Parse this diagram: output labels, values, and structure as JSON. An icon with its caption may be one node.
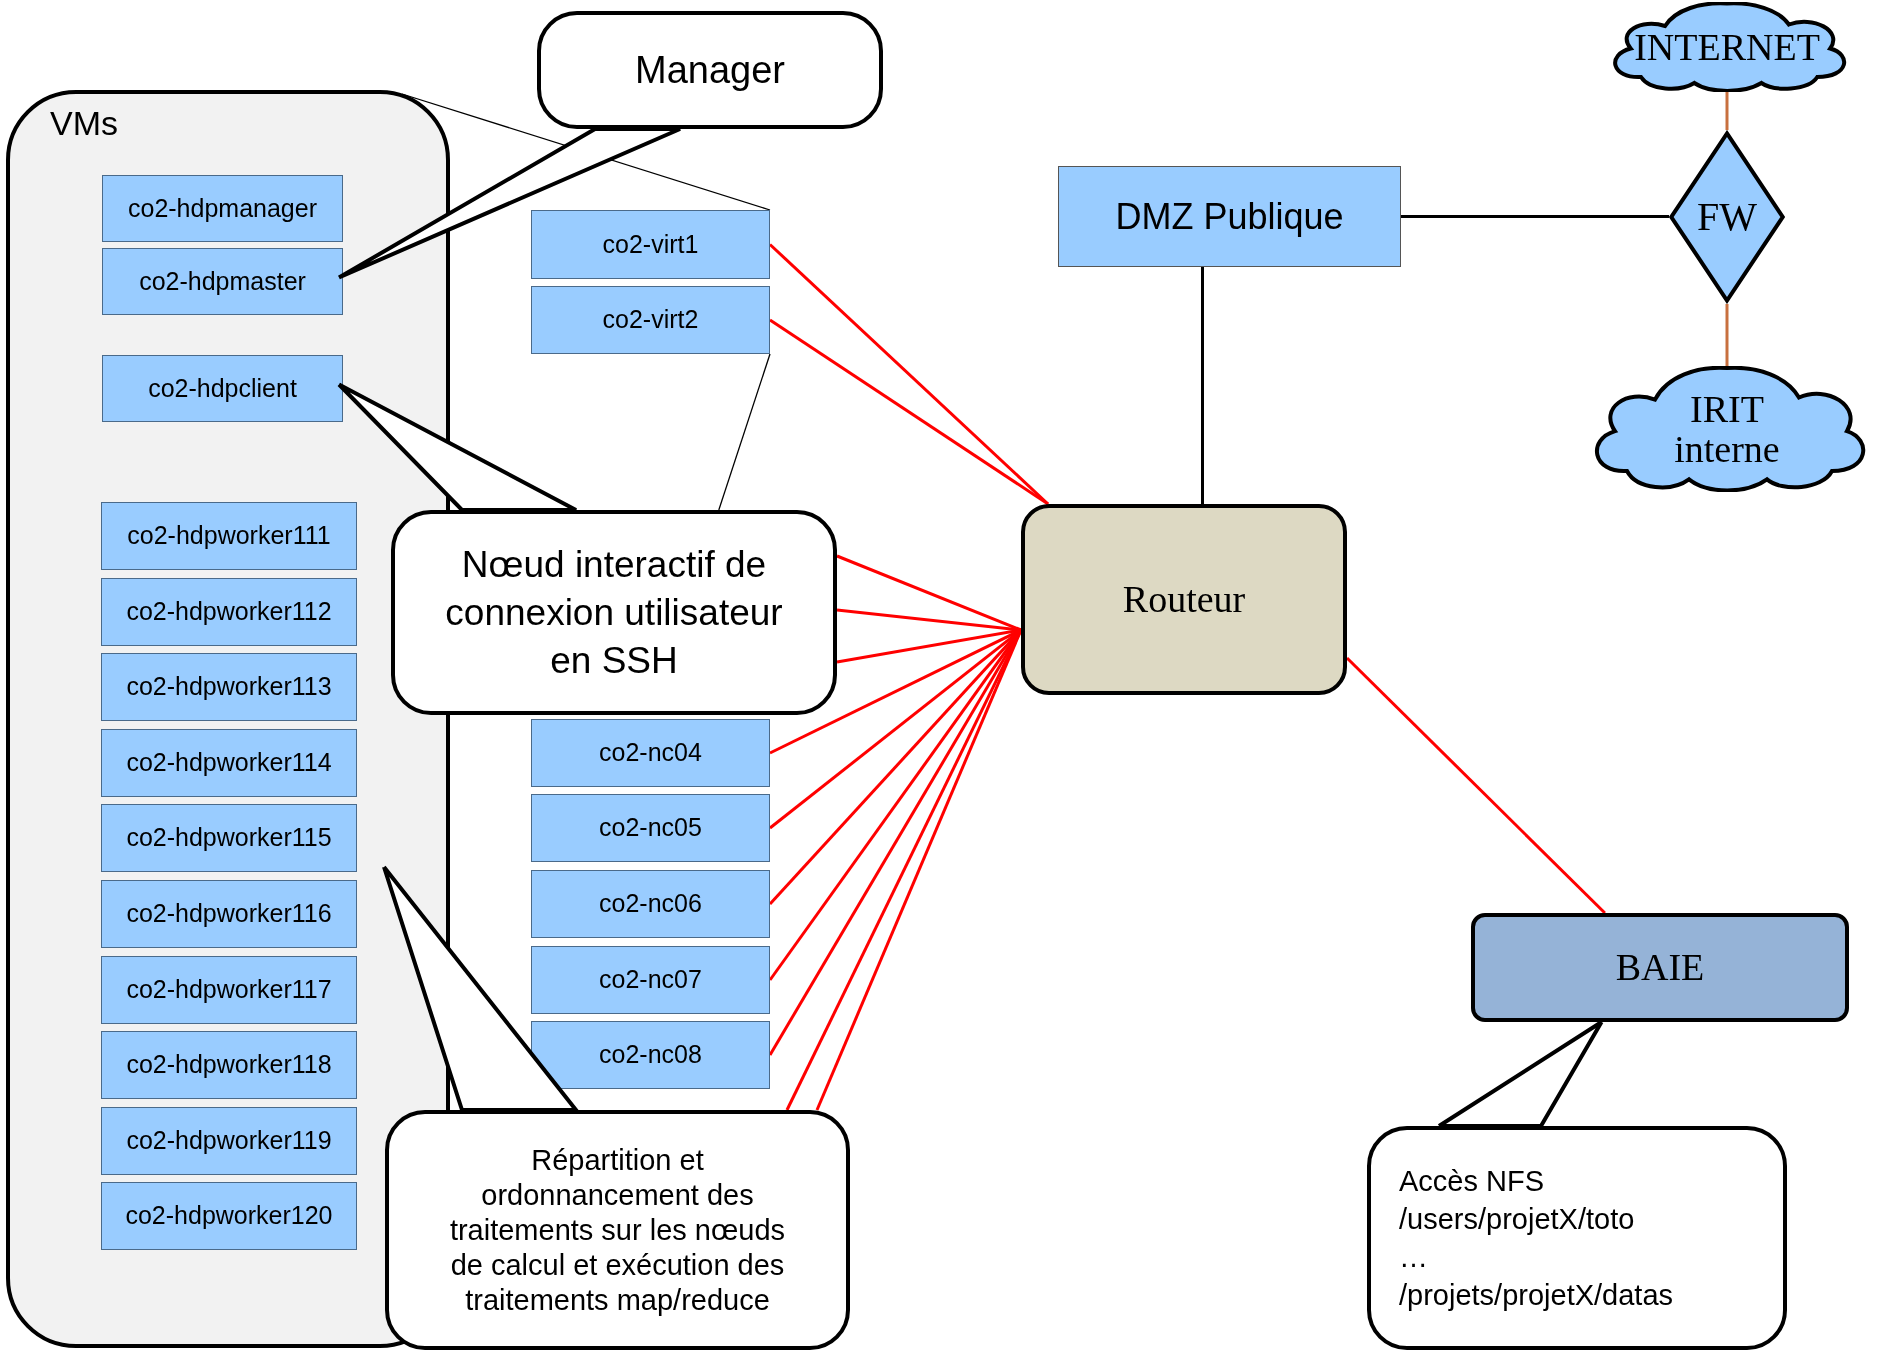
{
  "diagram": {
    "nodes": [
      {
        "text": [
          "INTERNET"
        ]
      },
      {
        "text": [
          "VMs"
        ]
      },
      {
        "text": [
          "co2-hdpmanager"
        ],
        "in": 1
      },
      {
        "text": [
          "co2-hdpmaster"
        ],
        "in": 1
      },
      {
        "text": [
          "co2-hdpclient"
        ],
        "in": 1
      },
      {
        "text": [
          "co2-hdpworker111"
        ],
        "in": 1
      },
      {
        "text": [
          "co2-hdpworker112"
        ],
        "in": 1
      },
      {
        "text": [
          "co2-hdpworker113"
        ],
        "in": 1
      },
      {
        "text": [
          "co2-hdpworker114"
        ],
        "in": 1
      },
      {
        "text": [
          "co2-hdpworker115"
        ],
        "in": 1
      },
      {
        "text": [
          "co2-hdpworker116"
        ],
        "in": 1
      },
      {
        "text": [
          "co2-hdpworker117"
        ],
        "in": 1
      },
      {
        "text": [
          "co2-hdpworker118"
        ],
        "in": 1
      },
      {
        "text": [
          "co2-hdpworker119"
        ],
        "in": 1
      },
      {
        "text": [
          "co2-hdpworker120"
        ],
        "in": 1
      },
      {
        "text": [
          "Manager"
        ]
      },
      {
        "text": [
          "co2-virt1"
        ]
      },
      {
        "text": [
          "co2-virt2"
        ]
      },
      {
        "text": [
          "co2-nc04"
        ]
      },
      {
        "text": [
          "co2-nc05"
        ]
      },
      {
        "text": [
          "co2-nc06"
        ]
      },
      {
        "text": [
          "co2-nc07"
        ]
      },
      {
        "text": [
          "co2-nc08"
        ]
      },
      {
        "text": [
          "DMZ Publique"
        ]
      },
      {
        "text": [
          "FW"
        ]
      },
      {
        "text": [
          "IRIT interne"
        ]
      },
      {
        "text": [
          "Routeur"
        ]
      },
      {
        "text": [
          "Nœud interactif de connexion utilisateur en SSH"
        ]
      },
      {
        "text": [
          "BAIE"
        ]
      },
      {
        "text": [
          "Répartition et ordonnancement des traitements sur les nœuds de calcul et exécution des traitements map/reduce"
        ]
      },
      {
        "text": [
          "Accès NFS",
          "/users/projetX/toto",
          "…",
          "/projets/projetX/datas"
        ]
      }
    ],
    "edges": [
      {
        "from": 24,
        "to": 0,
        "arrow": "none",
        "color": "#c8703f"
      },
      {
        "from": 23,
        "to": 24,
        "arrow": "none",
        "color": "#000000"
      },
      {
        "from": 24,
        "to": 25,
        "arrow": "none",
        "color": "#c8703f"
      },
      {
        "from": 23,
        "to": 26,
        "arrow": "none",
        "color": "#000000"
      },
      {
        "from": 26,
        "to": 16,
        "arrow": "none"
      },
      {
        "from": 26,
        "to": 17,
        "arrow": "none"
      },
      {
        "from": 26,
        "to": 27,
        "arrow": "none"
      },
      {
        "from": 26,
        "to": 27,
        "arrow": "none"
      },
      {
        "from": 26,
        "to": 27,
        "arrow": "none"
      },
      {
        "from": 26,
        "to": 18,
        "arrow": "none"
      },
      {
        "from": 26,
        "to": 19,
        "arrow": "none"
      },
      {
        "from": 26,
        "to": 20,
        "arrow": "none"
      },
      {
        "from": 26,
        "to": 21,
        "arrow": "none"
      },
      {
        "from": 26,
        "to": 22,
        "arrow": "none"
      },
      {
        "from": 26,
        "to": 29,
        "arrow": "none"
      },
      {
        "from": 26,
        "to": 29,
        "arrow": "none"
      },
      {
        "from": 26,
        "to": 28,
        "arrow": "none"
      },
      {
        "from": 1,
        "to": 16,
        "arrow": "none",
        "color": "#000000"
      },
      {
        "from": 17,
        "to": 27,
        "arrow": "none",
        "color": "#000000"
      },
      {
        "from": 15,
        "to": 3,
        "arrow": "none",
        "color": "#000000"
      },
      {
        "from": 27,
        "to": 4,
        "arrow": "none",
        "color": "#000000"
      },
      {
        "from": 29,
        "to": null,
        "arrow": "none",
        "color": "#000000"
      },
      {
        "from": 30,
        "to": 28,
        "arrow": "none",
        "color": "#000000"
      }
    ]
  }
}
